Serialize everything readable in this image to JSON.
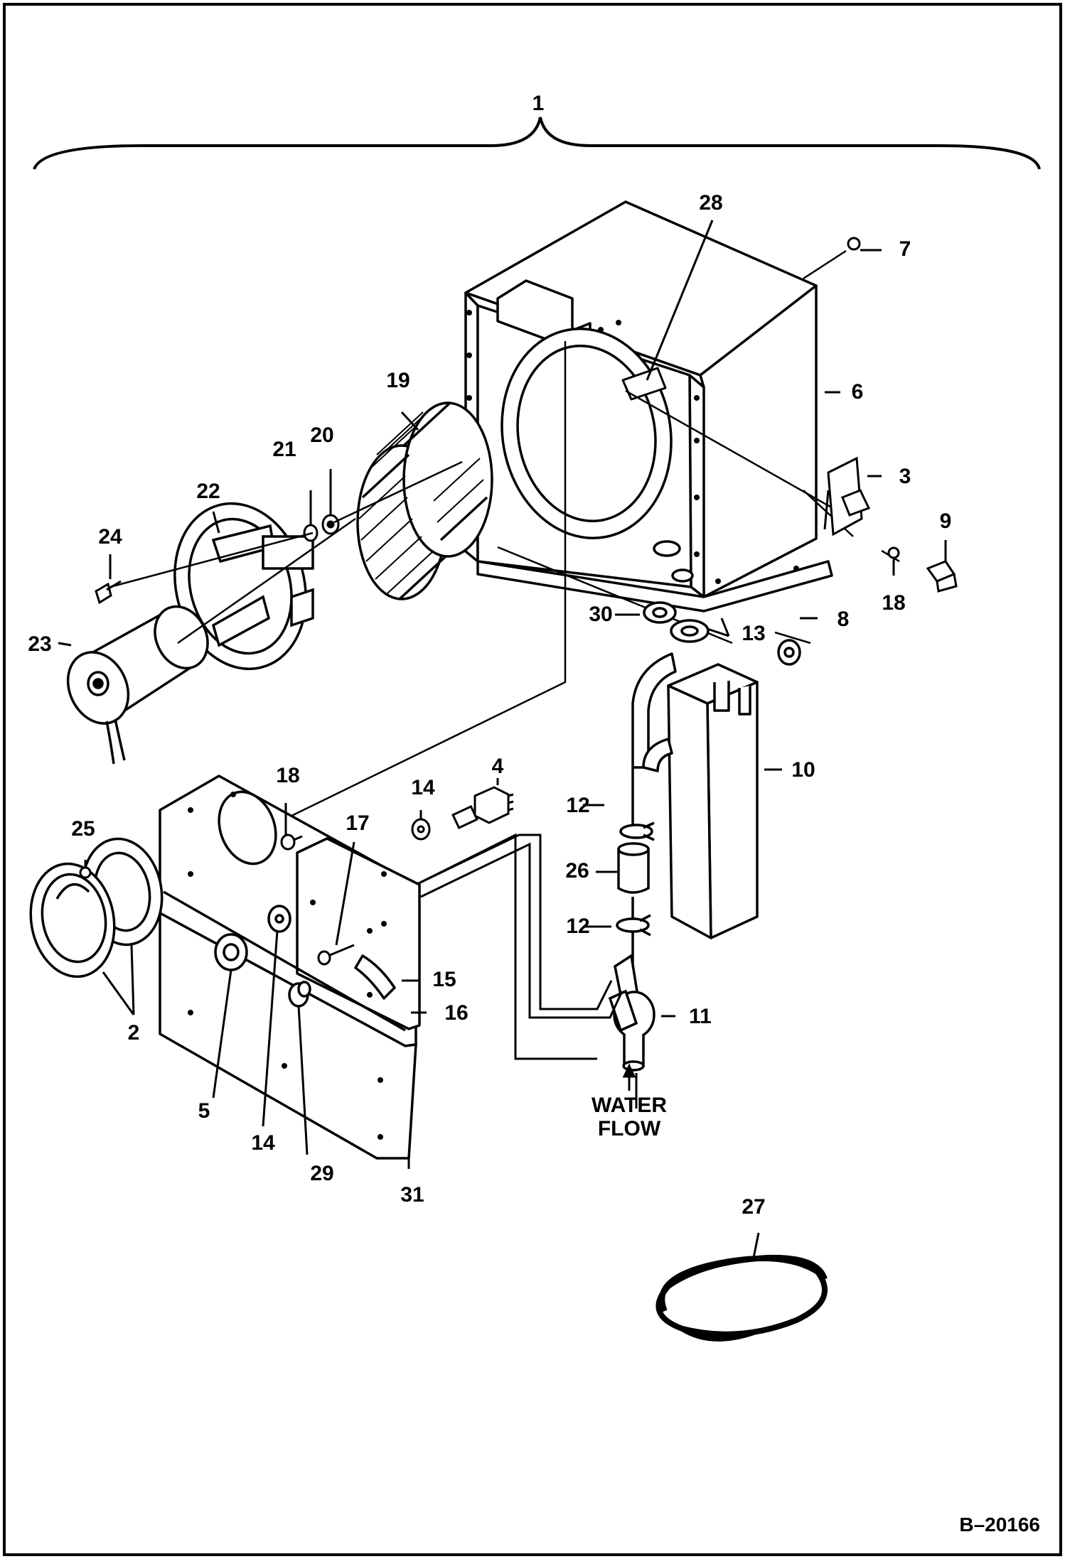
{
  "figure_code": "B–20166",
  "callouts": [
    "1",
    "2",
    "3",
    "4",
    "5",
    "6",
    "7",
    "8",
    "9",
    "10",
    "11",
    "12",
    "12",
    "13",
    "14",
    "14",
    "15",
    "16",
    "17",
    "18",
    "18",
    "19",
    "20",
    "21",
    "22",
    "23",
    "24",
    "25",
    "26",
    "27",
    "28",
    "29",
    "30",
    "31"
  ],
  "water_flow": [
    "WATER",
    "FLOW"
  ],
  "colors": {
    "ink": "#000000",
    "paper": "#ffffff"
  }
}
